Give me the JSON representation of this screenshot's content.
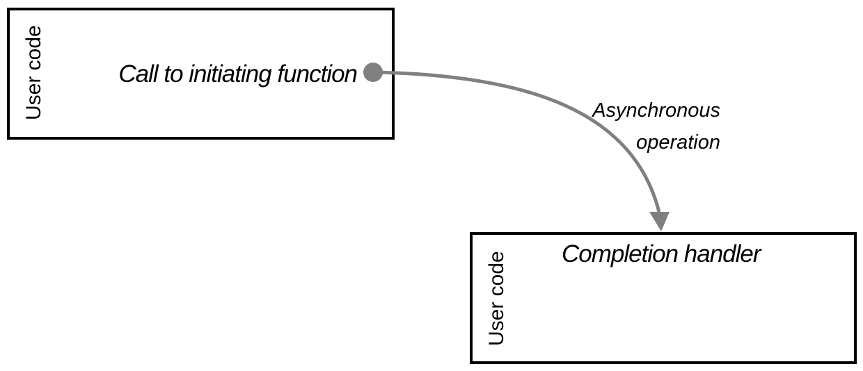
{
  "diagram": {
    "box_top": {
      "side_label": "User code",
      "main_label": "Call to initiating function"
    },
    "box_bottom": {
      "side_label": "User code",
      "main_label": "Completion handler"
    },
    "edge": {
      "label_line1": "Asynchronous",
      "label_line2": "operation"
    },
    "colors": {
      "box_border": "#000000",
      "arrow": "#808080",
      "text": "#000000"
    }
  }
}
